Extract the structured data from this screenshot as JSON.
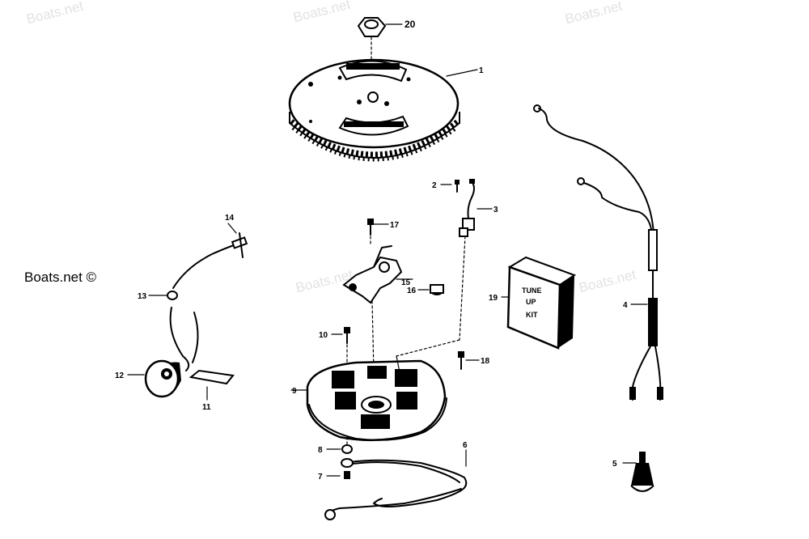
{
  "watermarks": [
    "Boats.net",
    "Boats.net",
    "Boats.net",
    "Boats.net",
    "Boats.net"
  ],
  "credit": "Boats.net ©",
  "kit_label": [
    "TUNE",
    "UP",
    "KIT"
  ],
  "callouts": [
    "20",
    "1",
    "2",
    "3",
    "17",
    "15",
    "16",
    "19",
    "14",
    "13",
    "12",
    "11",
    "10",
    "18",
    "9",
    "8",
    "6",
    "7",
    "4",
    "5"
  ]
}
